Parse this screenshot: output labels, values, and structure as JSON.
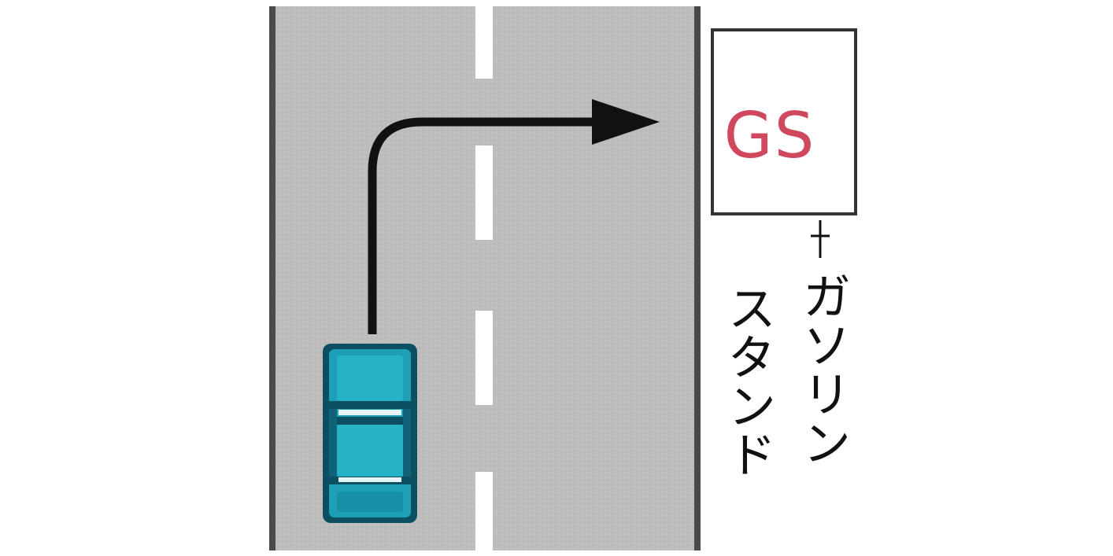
{
  "gas_station": {
    "sign_text": "GS",
    "caption_line1": "ガソリン",
    "caption_line2": "スタンド"
  },
  "colors": {
    "road": "#bdbdbd",
    "road_edge": "#4a4a4a",
    "lane_marking": "#ffffff",
    "arrow": "#111111",
    "car_body": "#1d9fb6",
    "car_dark": "#0d4f62",
    "sign_text": "#d0485e",
    "sign_border": "#333333"
  },
  "icons": {
    "vehicle": "car-icon",
    "path": "right-turn-arrow-icon"
  }
}
